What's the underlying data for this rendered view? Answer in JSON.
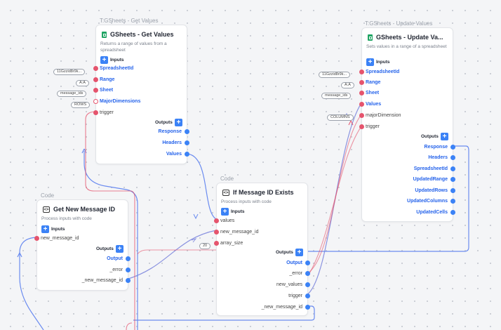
{
  "colors": {
    "accent": "#3b82f6",
    "input_port": "#e5546d",
    "sheets_green": "#1fa463",
    "wire_blue": "#6b8cf0",
    "wire_red": "#e5546d"
  },
  "nodes": {
    "get_values": {
      "caption": "T:GSheets - Get Values",
      "title": "GSheets - Get Values",
      "icon": "sheets-icon",
      "description": "Returns a range of values from a spreadsheet",
      "inputs_label": "Inputs",
      "outputs_label": "Outputs",
      "inputs": [
        {
          "label": "SpreadsheetId",
          "chip": "11Gzzid8r9k..."
        },
        {
          "label": "Range",
          "chip": "A:A"
        },
        {
          "label": "Sheet",
          "chip": "message_ids"
        },
        {
          "label": "MajorDimensions",
          "chip": "ROWS"
        },
        {
          "label": "trigger",
          "chip": ""
        }
      ],
      "outputs": [
        "Response",
        "Headers",
        "Values"
      ]
    },
    "update_values": {
      "caption": "T:GSheets - Update Values",
      "title": "GSheets - Update Va...",
      "icon": "sheets-icon",
      "description": "Sets values in a range of a spreadsheet",
      "inputs_label": "Inputs",
      "outputs_label": "Outputs",
      "inputs": [
        {
          "label": "SpreadsheetId",
          "chip": "11Gzzid8r9k..."
        },
        {
          "label": "Range",
          "chip": "A:A"
        },
        {
          "label": "Sheet",
          "chip": "message_ids"
        },
        {
          "label": "Values",
          "chip": ""
        },
        {
          "label": "majorDimension",
          "chip": "COLUMNS"
        },
        {
          "label": "trigger",
          "chip": ""
        }
      ],
      "outputs": [
        "Response",
        "Headers",
        "SpreadsheetId",
        "UpdatedRange",
        "UpdatedRows",
        "UpdatedColumns",
        "UpdatedCells"
      ]
    },
    "get_new_id": {
      "caption": "Code",
      "title": "Get New Message ID",
      "icon": "code-icon",
      "description": "Process inputs with code",
      "inputs_label": "Inputs",
      "outputs_label": "Outputs",
      "inputs": [
        {
          "label": "new_message_id",
          "chip": ""
        }
      ],
      "outputs": [
        "Output",
        "_error",
        "_new_message_id"
      ]
    },
    "if_exists": {
      "caption": "Code",
      "title": "If Message ID Exists",
      "icon": "code-icon",
      "description": "Process inputs with code",
      "inputs_label": "Inputs",
      "outputs_label": "Outputs",
      "inputs": [
        {
          "label": "values",
          "chip": ""
        },
        {
          "label": "new_message_id",
          "chip": ""
        },
        {
          "label": "array_size",
          "chip": "20"
        }
      ],
      "outputs": [
        "Output",
        "_error",
        "new_values",
        "trigger",
        "_new_message_id"
      ]
    }
  }
}
